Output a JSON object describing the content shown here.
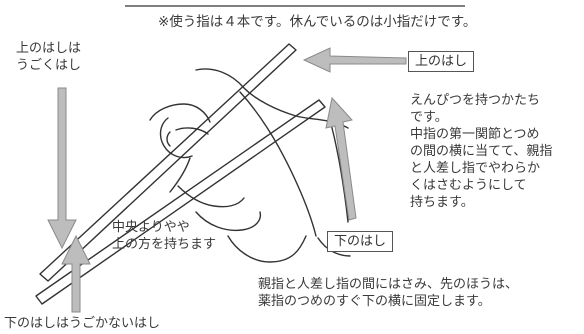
{
  "top_note": "※使う指は４本です。休んでいるのは小指だけです。",
  "upper_moves_label": "上のはしは\nうごくはし",
  "upper_chopstick_label": "上のはし",
  "lower_chopstick_label": "下のはし",
  "pencil_grip_text": "えんぴつを持つかたち\nです。\n中指の第一関節とつめ\nの間の横に当てて、親指\nと人差し指でやわらか\nくはさむようにして\n持ちます。",
  "hold_position_text": "中央よりやや\n上の方を持ちます",
  "lower_fixed_label": "下のはしはうごかないはし",
  "lower_fix_text": "親指と人差し指の間にはさみ、先のほうは、\n薬指のつめのすぐ下の横に固定します。",
  "colors": {
    "arrow": "#bdbdbd",
    "arrow_stroke": "#8a8a8a",
    "line": "#333333"
  }
}
